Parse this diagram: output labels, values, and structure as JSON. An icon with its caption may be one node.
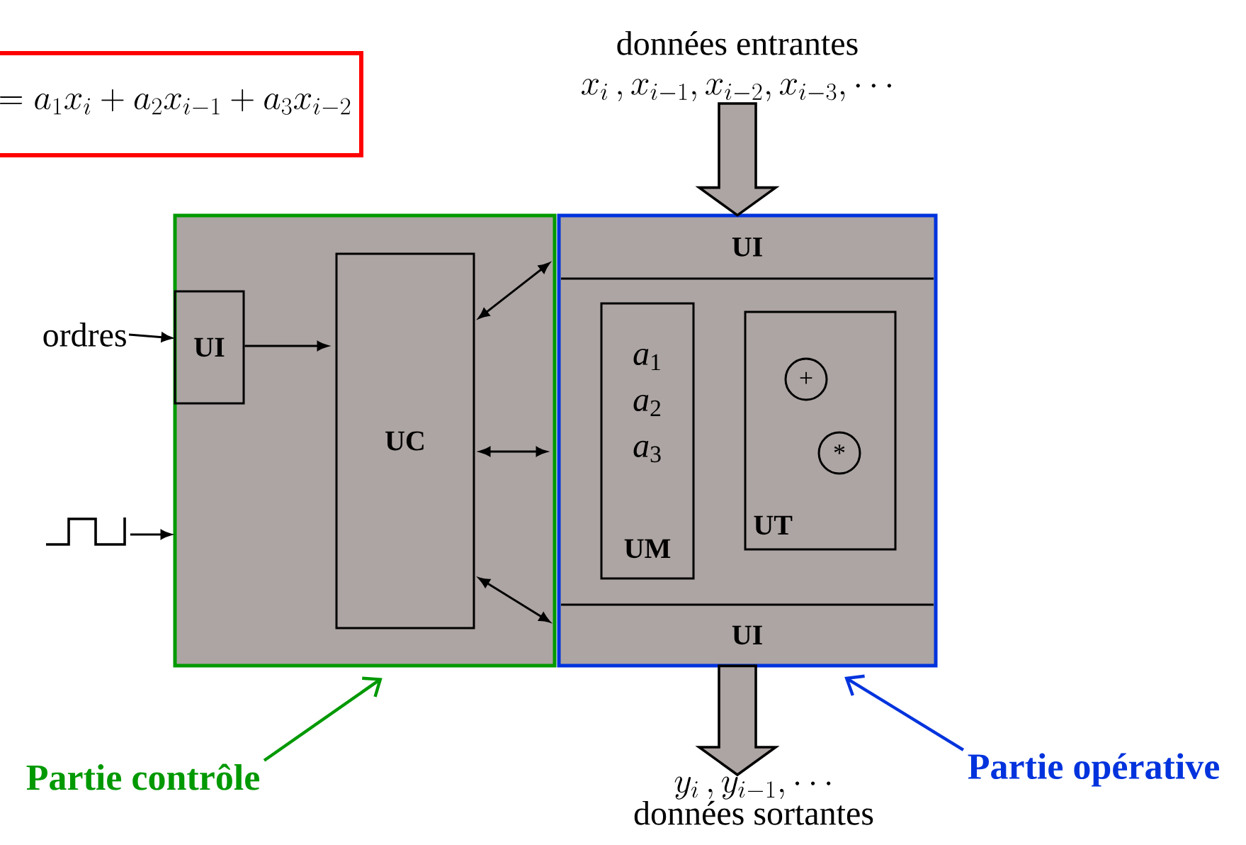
{
  "diagram": {
    "nodes": [
      {
        "text": [],
        "shape": "box"
      },
      {
        "text": [],
        "shape": "box"
      },
      {
        "text": [
          "UI"
        ],
        "in": 0
      },
      {
        "text": [
          "UC"
        ],
        "in": 0
      },
      {
        "text": [
          "UI"
        ],
        "in": 1
      },
      {
        "text": [
          "*a*$_{1}$",
          "*a*$_{2}$",
          "*a*$_{3}$",
          "UM"
        ],
        "in": 1
      },
      {
        "text": [
          "UT"
        ],
        "in": 1
      },
      {
        "text": [
          "+"
        ],
        "in": 6
      },
      {
        "text": [
          "*"
        ],
        "in": 6
      },
      {
        "text": [
          "UI"
        ],
        "in": 1
      },
      {
        "text": [
          "données entrantes",
          "x_i\\,,x_{i-1},x_{i-2},x_{i-3},\\cdots"
        ]
      },
      {
        "text": [
          "y_i\\,,y_{i-1},\\cdots",
          "données sortantes"
        ]
      },
      {
        "text": [
          "=a_1x_i+a_2x_{i-1}+a_3x_{i-2}"
        ]
      },
      {
        "text": [
          "ordres"
        ]
      },
      {
        "text": [],
        "shape": "pulse"
      },
      {
        "text": [
          "Partie contrôle"
        ]
      },
      {
        "text": [
          "Partie opérative"
        ]
      }
    ],
    "edges": [
      {
        "from": 10,
        "to": 4,
        "arrow": "to",
        "style": "thick"
      },
      {
        "from": 9,
        "to": 11,
        "arrow": "to",
        "style": "thick"
      },
      {
        "from": 13,
        "to": 2,
        "arrow": "to"
      },
      {
        "from": 14,
        "to": 0,
        "arrow": "to"
      },
      {
        "from": 2,
        "to": 3,
        "arrow": "to"
      },
      {
        "from": 3,
        "to": 4,
        "arrow": "both"
      },
      {
        "from": 3,
        "to": 1,
        "arrow": "both"
      },
      {
        "from": 3,
        "to": 9,
        "arrow": "both"
      },
      {
        "from": 15,
        "to": 0,
        "arrow": "to",
        "color": "#009900"
      },
      {
        "from": 16,
        "to": 1,
        "arrow": "to",
        "color": "#0033dd"
      }
    ]
  }
}
